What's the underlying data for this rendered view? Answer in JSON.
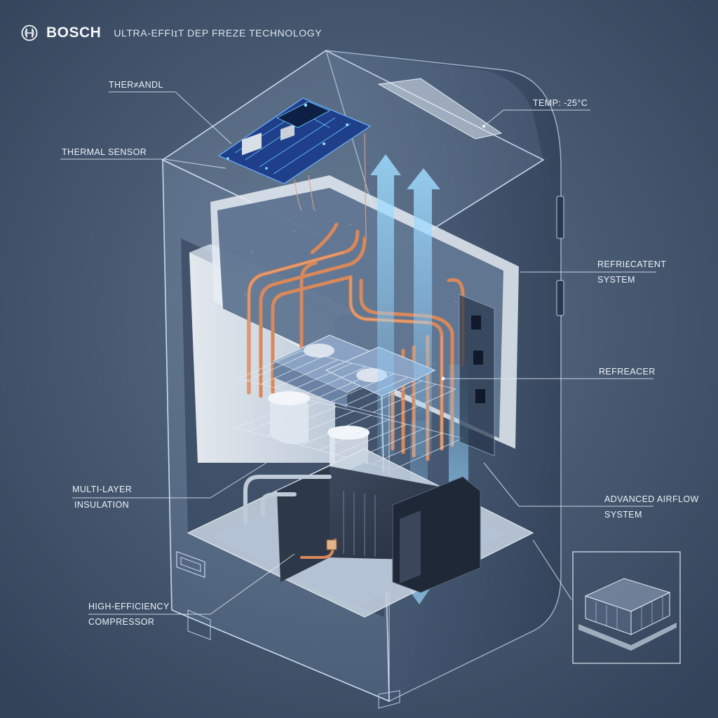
{
  "brand": {
    "name": "BOSCH",
    "tagline": "ULTRA-EFFIɪT DEP FREZE TECHNOLOGY",
    "accent_color": "#f4f7fb",
    "logo_icon": "bosch-armature-icon"
  },
  "callouts": {
    "thermal_band": "THER≠ANDL",
    "thermal_sensor": "THERMAL SENSOR",
    "temp": "TEMP: -25°C",
    "refrigerant_line1": "REFRI£CATENT",
    "refrigerant_line2": "SYSTEM",
    "refreacer": "REFREACER",
    "insulation_line1": "MULTI-LAYER",
    "insulation_line2": "INSULATION",
    "airflow_line1": "ADVANCED AIRFLOW",
    "airflow_line2": "SYSTEM",
    "compressor_line1": "HIGH-EFFICIENCY",
    "compressor_line2": "COMPRESSOR"
  },
  "colors": {
    "background": "#3f5066",
    "glass_outline": "#b9cde4",
    "copper_pipe": "#d9885a",
    "airflow": "#8fd0ff",
    "pcb": "#1f3f8a",
    "insulation": "#e8eef4"
  }
}
